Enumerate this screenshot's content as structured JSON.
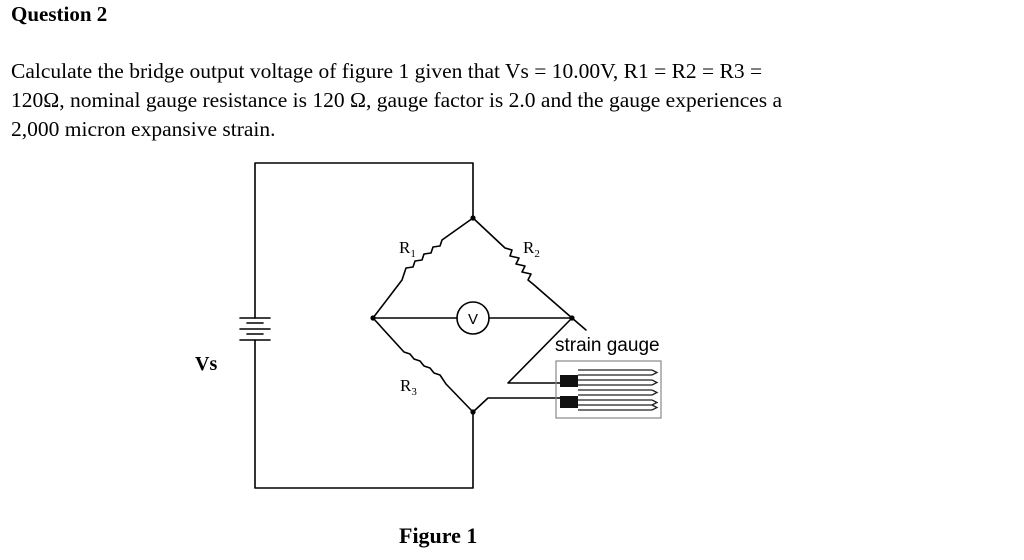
{
  "question": {
    "heading": "Question 2",
    "text_lines": [
      "Calculate the bridge output voltage of figure 1 given that Vs = 10.00V, R1 = R2 = R3 =",
      "120Ω, nominal gauge resistance is 120 Ω, gauge factor is 2.0 and the gauge experiences a",
      "2,000 micron expansive strain."
    ]
  },
  "figure": {
    "caption": "Figure 1",
    "labels": {
      "vs": "Vs",
      "r1_letter": "R",
      "r1_sub": "1",
      "r2_letter": "R",
      "r2_sub": "2",
      "r3_letter": "R",
      "r3_sub": "3",
      "voltmeter": "V",
      "strain_gauge": "strain gauge"
    }
  }
}
